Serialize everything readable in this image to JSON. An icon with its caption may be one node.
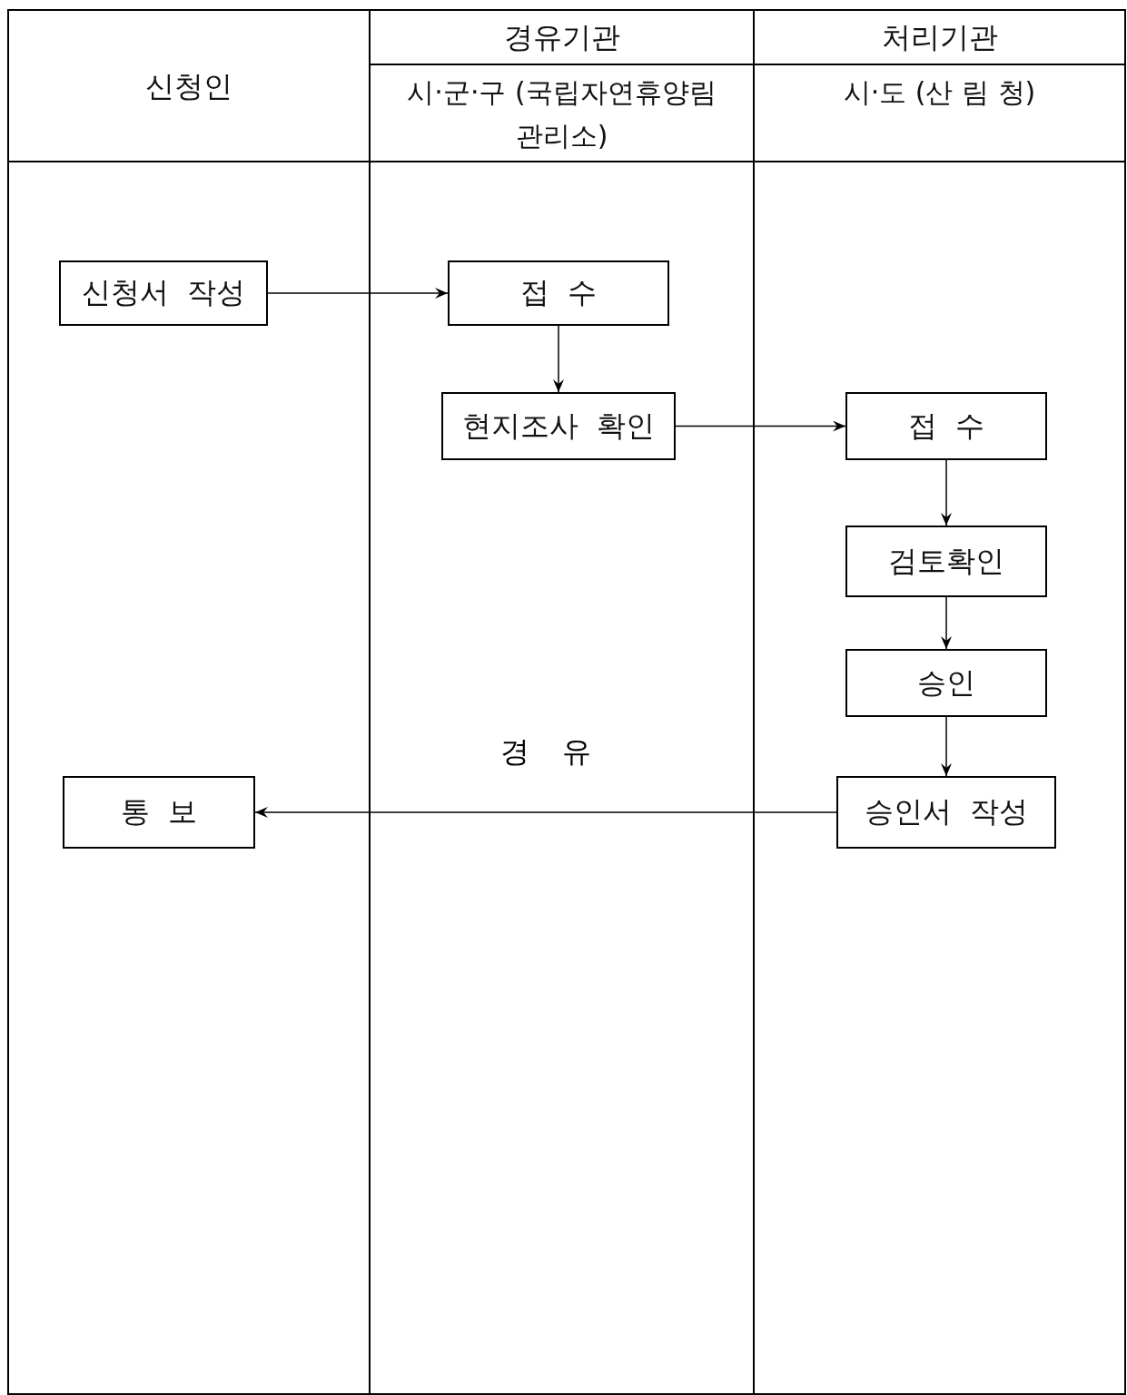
{
  "diagram": {
    "nodes": [
      {
        "text": [
          "신청인"
        ]
      },
      {
        "text": [
          "경유기관",
          "시·군·구 (국립자연휴양림관리소)"
        ]
      },
      {
        "text": [
          "처리기관",
          "시·도 (산 림 청)"
        ]
      },
      {
        "text": [
          "신청서 작성"
        ],
        "in": 0
      },
      {
        "text": [
          "접 수"
        ],
        "in": 1
      },
      {
        "text": [
          "현지조사 확인"
        ],
        "in": 1
      },
      {
        "text": [
          "접 수"
        ],
        "in": 2
      },
      {
        "text": [
          "검토확인"
        ],
        "in": 2
      },
      {
        "text": [
          "승인"
        ],
        "in": 2
      },
      {
        "text": [
          "승인서 작성"
        ],
        "in": 2
      },
      {
        "text": [
          "통 보"
        ],
        "in": 0
      }
    ],
    "edges": [
      {
        "from": 3,
        "to": 4,
        "arrow": "to"
      },
      {
        "from": 4,
        "to": 5,
        "arrow": "to"
      },
      {
        "from": 5,
        "to": 6,
        "arrow": "to"
      },
      {
        "from": 6,
        "to": 7,
        "arrow": "to"
      },
      {
        "from": 7,
        "to": 8,
        "arrow": "to"
      },
      {
        "from": 8,
        "to": 9,
        "arrow": "to"
      },
      {
        "from": 9,
        "to": 10,
        "arrow": "to",
        "label": "경 유"
      }
    ]
  }
}
